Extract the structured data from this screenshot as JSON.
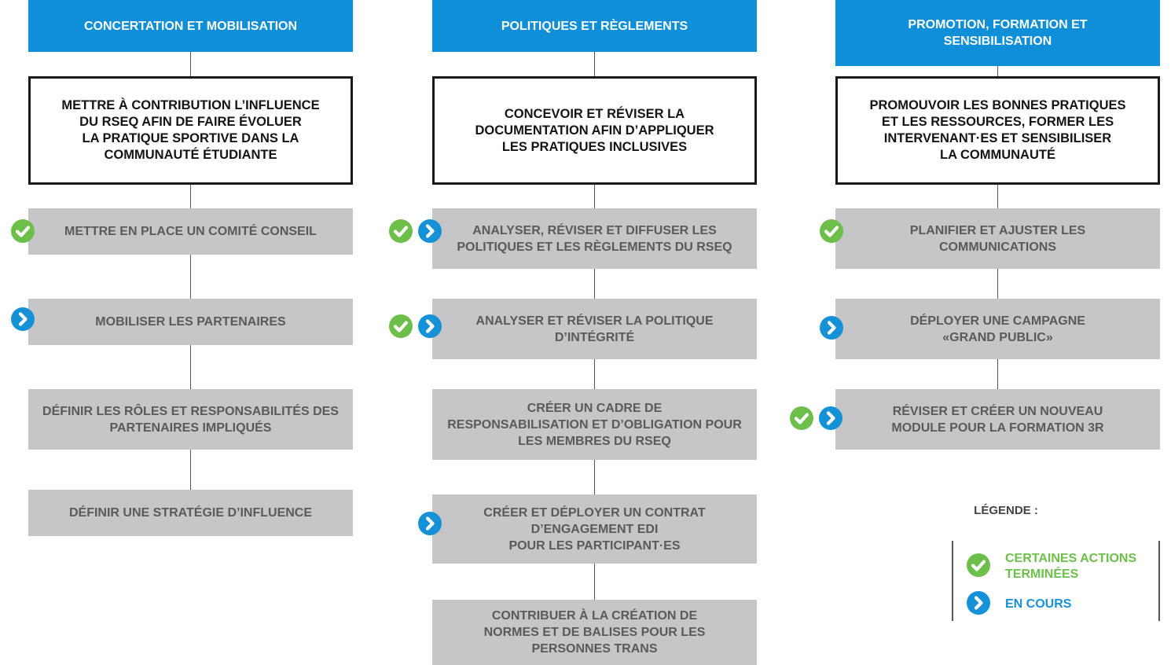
{
  "colors": {
    "header_bg": "#0f8fd8",
    "action_bg": "#c6c6c8",
    "action_text": "#5a5a5a",
    "done_green": "#6cc04a",
    "in_progress_blue": "#1591d8"
  },
  "columns": [
    {
      "header": "CONCERTATION ET MOBILISATION",
      "goal": "METTRE À CONTRIBUTION L’INFLUENCE\nDU RSEQ AFIN DE FAIRE ÉVOLUER\nLA PRATIQUE SPORTIVE DANS LA\nCOMMUNAUTÉ ÉTUDIANTE",
      "actions": [
        {
          "label": "METTRE EN PLACE UN COMITÉ CONSEIL",
          "status": [
            "check-circle-icon"
          ]
        },
        {
          "label": "MOBILISER LES PARTENAIRES",
          "status": [
            "chevron-circle-icon"
          ]
        },
        {
          "label": "DÉFINIR LES RÔLES ET RESPONSABILITÉS DES\nPARTENAIRES IMPLIQUÉS",
          "status": []
        },
        {
          "label": "DÉFINIR UNE STRATÉGIE D’INFLUENCE",
          "status": []
        }
      ]
    },
    {
      "header": "POLITIQUES ET RÈGLEMENTS",
      "goal": "CONCEVOIR ET RÉVISER LA\nDOCUMENTATION AFIN D’APPLIQUER\nLES PRATIQUES INCLUSIVES",
      "actions": [
        {
          "label": "ANALYSER, RÉVISER ET DIFFUSER LES\nPOLITIQUES ET LES RÈGLEMENTS DU RSEQ",
          "status": [
            "check-circle-icon",
            "chevron-circle-icon"
          ]
        },
        {
          "label": "ANALYSER ET RÉVISER LA POLITIQUE\nD’INTÉGRITÉ",
          "status": [
            "check-circle-icon",
            "chevron-circle-icon"
          ]
        },
        {
          "label": "CRÉER UN CADRE DE\nRESPONSABILISATION ET D’OBLIGATION POUR\nLES MEMBRES DU RSEQ",
          "status": []
        },
        {
          "label": "CRÉER ET DÉPLOYER UN CONTRAT\nD’ENGAGEMENT EDI\nPOUR LES PARTICIPANT·ES",
          "status": [
            "chevron-circle-icon"
          ]
        },
        {
          "label": "CONTRIBUER À LA CRÉATION DE\nNORMES ET DE BALISES POUR LES\nPERSONNES TRANS",
          "status": []
        }
      ]
    },
    {
      "header": "PROMOTION, FORMATION ET\nSENSIBILISATION",
      "goal": "PROMOUVOIR LES BONNES PRATIQUES\nET LES RESSOURCES, FORMER LES\nINTERVENANT·ES ET SENSIBILISER\nLA COMMUNAUTÉ",
      "actions": [
        {
          "label": "PLANIFIER ET AJUSTER LES\nCOMMUNICATIONS",
          "status": [
            "check-circle-icon"
          ]
        },
        {
          "label": "DÉPLOYER UNE CAMPAGNE\n«GRAND PUBLIC»",
          "status": [
            "chevron-circle-icon"
          ]
        },
        {
          "label": "RÉVISER ET CRÉER UN NOUVEAU\nMODULE POUR LA FORMATION 3R",
          "status": [
            "check-circle-icon",
            "chevron-circle-icon"
          ]
        }
      ]
    }
  ],
  "legend": {
    "title": "LÉGENDE :",
    "items": [
      {
        "icon": "check-circle-icon",
        "label": "CERTAINES ACTIONS\nTERMINÉES",
        "color": "#6cc04a"
      },
      {
        "icon": "chevron-circle-icon",
        "label": "EN COURS",
        "color": "#1591d8"
      }
    ]
  }
}
